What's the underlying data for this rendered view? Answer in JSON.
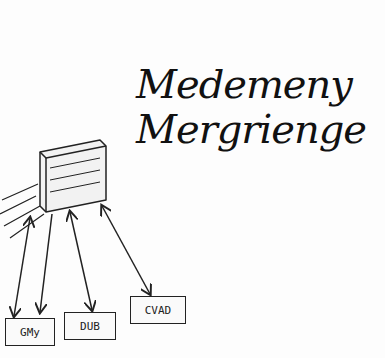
{
  "diagram": {
    "title": "Medemeny Mergrienge",
    "nodes": [
      {
        "text": [
          "GMy"
        ]
      },
      {
        "text": [
          "DUB"
        ]
      },
      {
        "text": [
          "CVAD"
        ]
      }
    ]
  }
}
